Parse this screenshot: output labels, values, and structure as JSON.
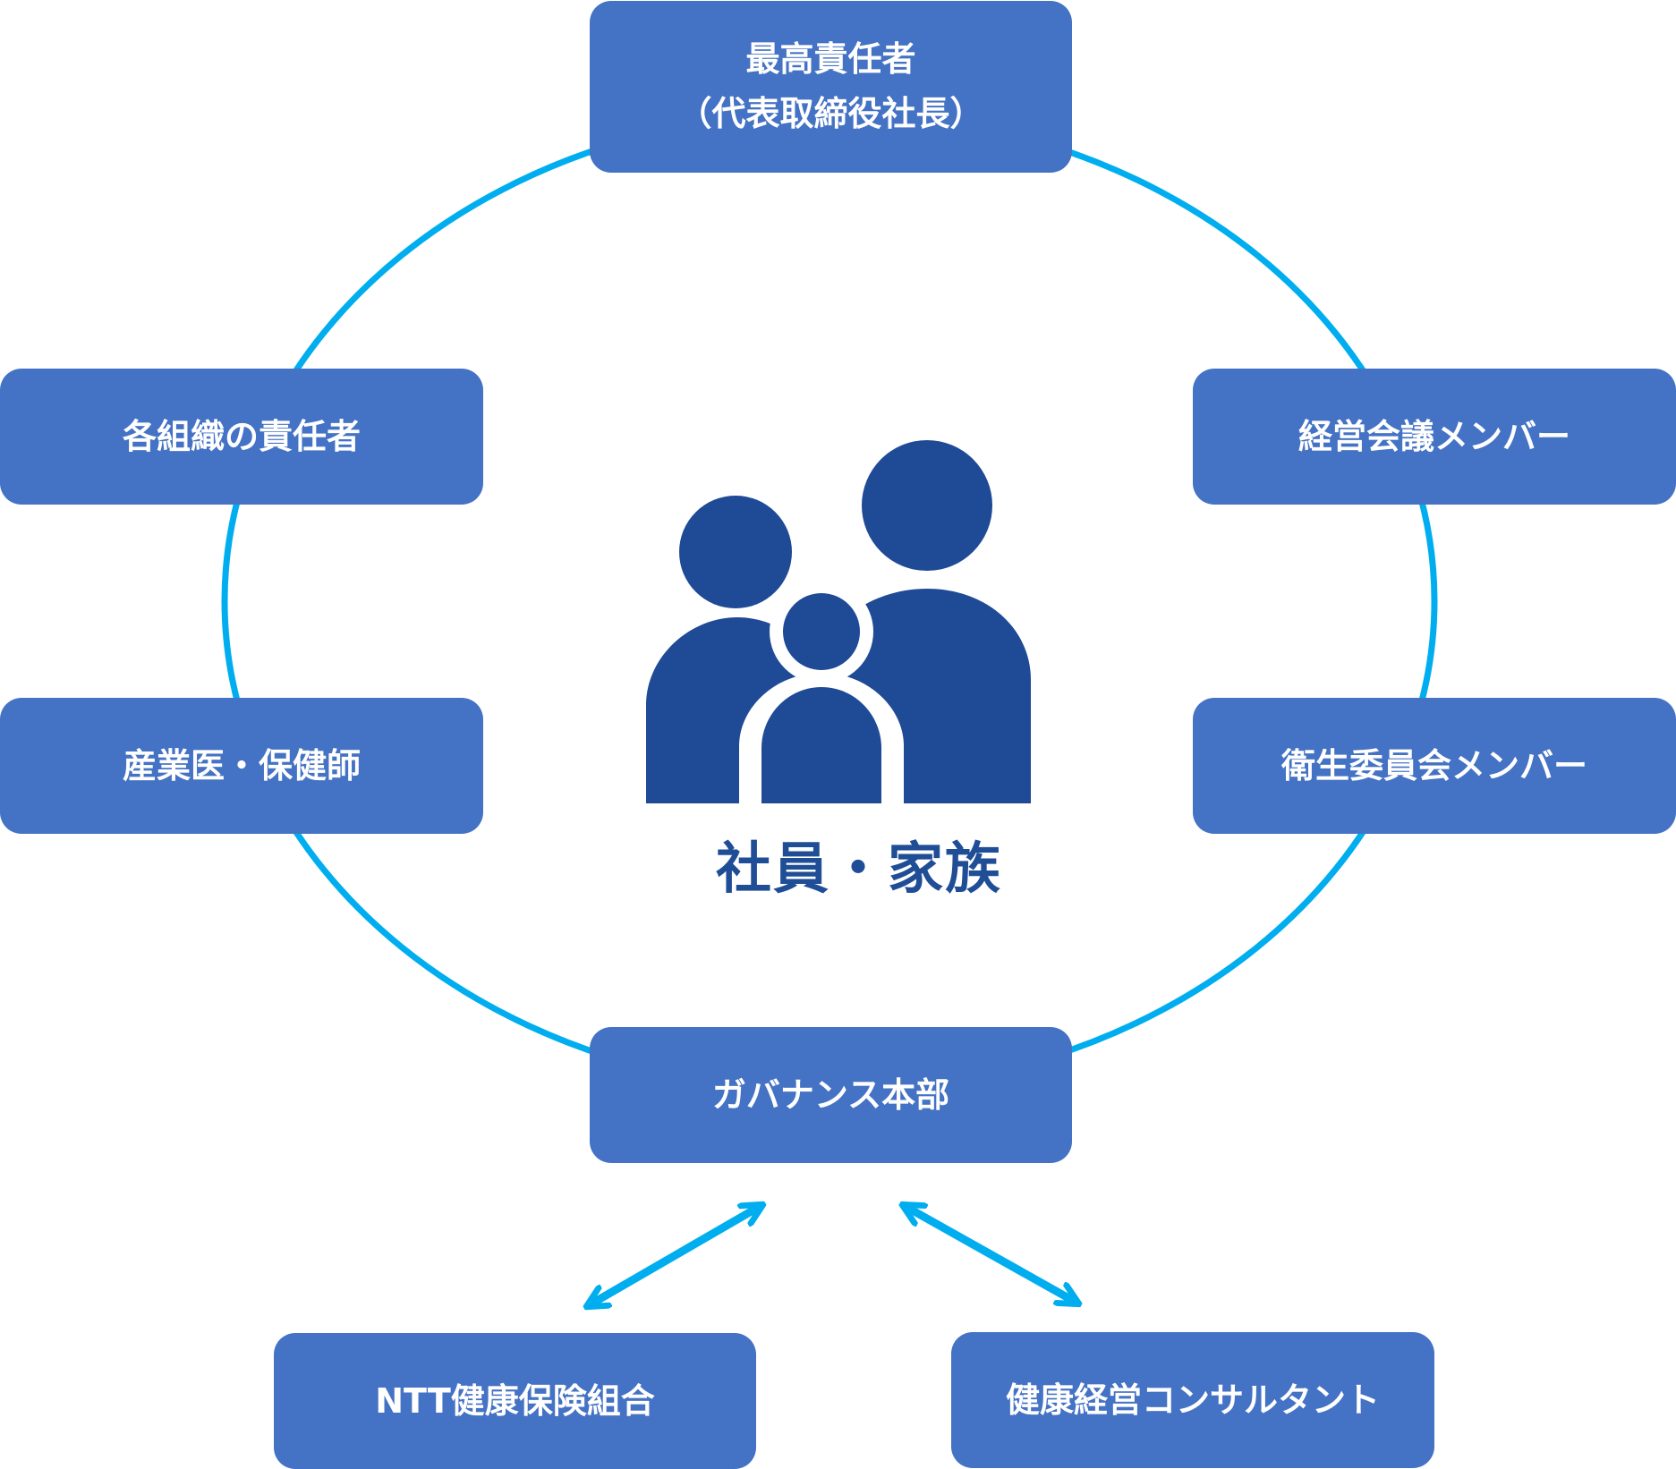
{
  "colors": {
    "box_fill": "#4472C4",
    "box_text": "#FFFFFF",
    "ring": "#00AEEF",
    "arrow": "#00AEEF",
    "people_icon": "#1F4A96",
    "center_text": "#1F4E96"
  },
  "nodes": {
    "top": {
      "line1": "最高責任者",
      "line2": "（代表取締役社長）"
    },
    "upper_left": {
      "label": "各組織の責任者"
    },
    "upper_right": {
      "label": "経営会議メンバー"
    },
    "lower_left": {
      "label": "産業医・保健師"
    },
    "lower_right": {
      "label": "衛生委員会メンバー"
    },
    "bottom": {
      "label": "ガバナンス本部"
    },
    "external_left": {
      "label": "NTT健康保険組合"
    },
    "external_right": {
      "label": "健康経営コンサルタント"
    }
  },
  "center": {
    "icon": "family-icon",
    "label": "社員・家族"
  }
}
